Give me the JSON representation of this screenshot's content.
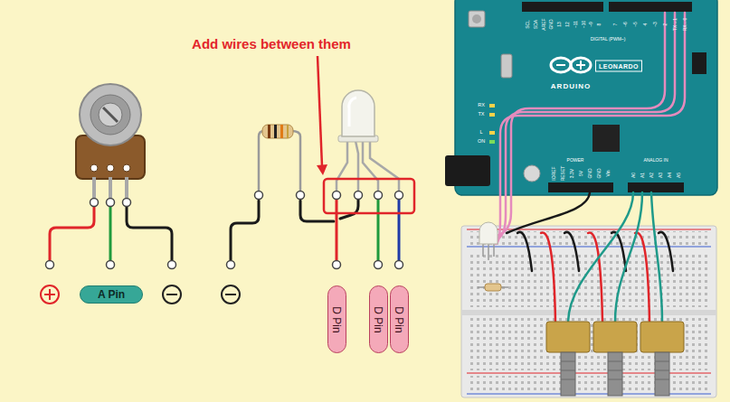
{
  "diagram": {
    "nodes": [
      {
        "text": [
          "A Pin"
        ]
      },
      {
        "text": [
          "D Pin"
        ]
      },
      {
        "text": [
          "D Pin"
        ]
      },
      {
        "text": [
          "D Pin"
        ]
      }
    ],
    "labels": [
      "Add wires between them",
      "ARDUINO",
      "LEONARDO",
      "DIGITAL (PWM~)",
      "POWER",
      "ANALOG IN",
      "RX",
      "TX",
      "L",
      "ON",
      "IOREF",
      "RESET",
      "3.3V",
      "5V",
      "GND",
      "GND",
      "Vin",
      "A0",
      "A1",
      "A2",
      "A3",
      "A4",
      "A5",
      "SCL",
      "SDA",
      "AREF",
      "GND",
      "13",
      "12",
      "~11",
      "~10",
      "~9",
      "8",
      "7",
      "~6",
      "~5",
      "4",
      "~3",
      "2",
      "TX→1",
      "RX←0"
    ]
  }
}
